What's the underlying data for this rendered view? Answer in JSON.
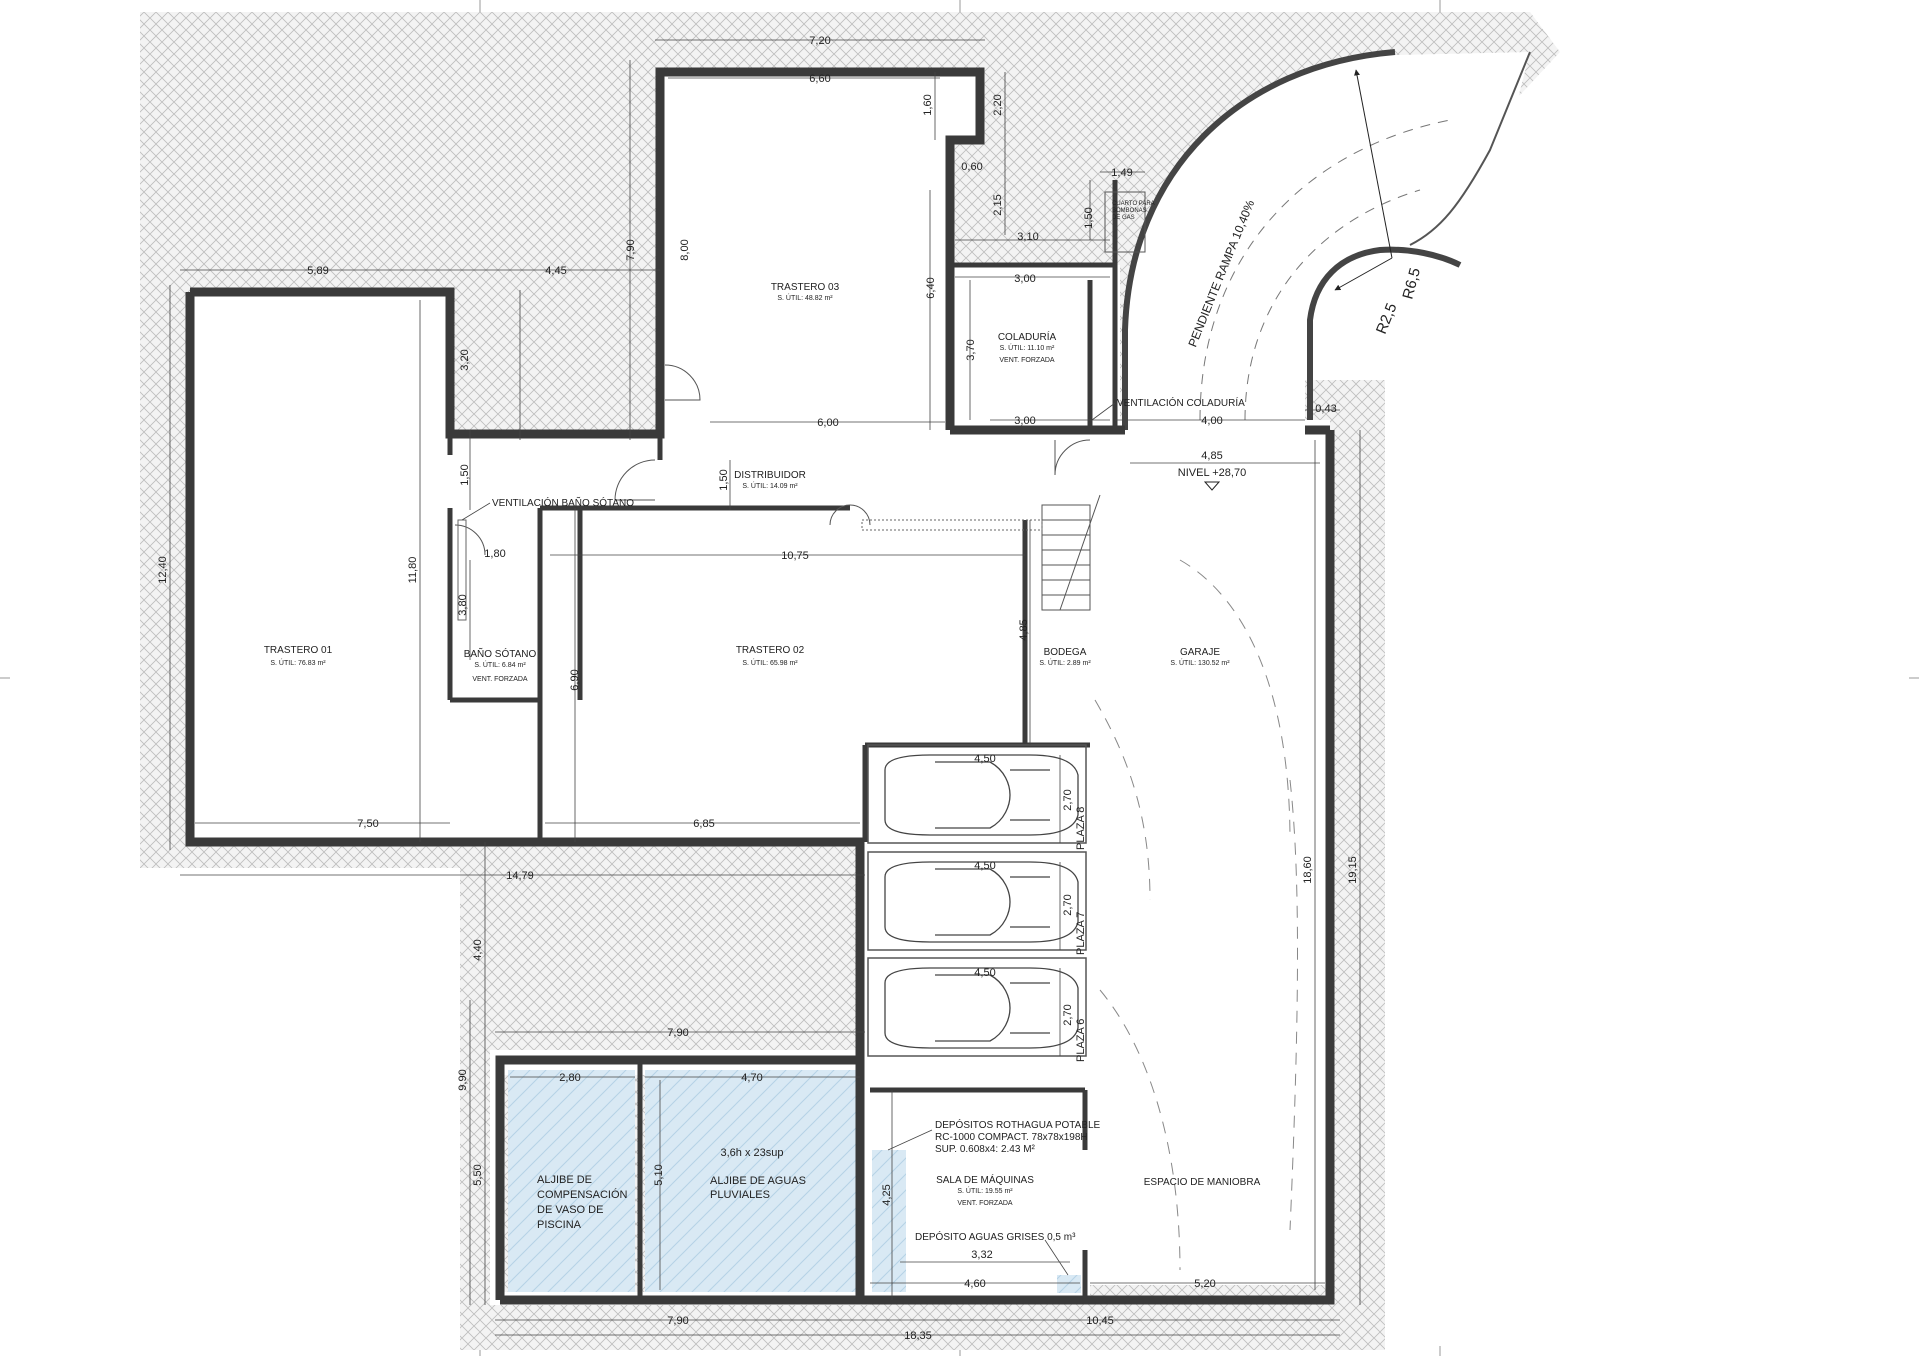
{
  "rooms": {
    "trastero01": {
      "name": "TRASTERO 01",
      "area": "S. ÚTIL:  76.83 m²"
    },
    "trastero02": {
      "name": "TRASTERO 02",
      "area": "S. ÚTIL:  65.98 m²"
    },
    "trastero03": {
      "name": "TRASTERO 03",
      "area": "S. ÚTIL:  48.82 m²"
    },
    "coladuria": {
      "name": "COLADURÍA",
      "area": "S. ÚTIL:  11.10 m²",
      "vent": "VENT. FORZADA"
    },
    "distribuidor": {
      "name": "DISTRIBUIDOR",
      "area": "S. ÚTIL:  14.09 m²"
    },
    "bano": {
      "name": "BAÑO SÓTANO",
      "area": "S. ÚTIL:  6.84 m²",
      "vent": "VENT. FORZADA"
    },
    "bodega": {
      "name": "BODEGA",
      "area": "S. ÚTIL:  2.89 m²"
    },
    "garaje": {
      "name": "GARAJE",
      "area": "S. ÚTIL:  130.52 m²"
    },
    "sala": {
      "name": "SALA DE MÁQUINAS",
      "area": "S. ÚTIL:  19.55 m²",
      "vent": "VENT. FORZADA"
    },
    "maniobra": {
      "name": "ESPACIO DE MANIOBRA"
    },
    "aljibe_comp": {
      "lines": [
        "ALJIBE DE",
        "COMPENSACIÓN",
        "DE VASO DE",
        "PISCINA"
      ]
    },
    "aljibe_pluv": {
      "note": "3,6h x 23sup",
      "lines": [
        "ALJIBE DE AGUAS",
        "PLUVIALES"
      ]
    }
  },
  "labels": {
    "nivel": "NIVEL +28,70",
    "pendiente": "PENDIENTE RAMPA 10,40%",
    "r65": "R6,5",
    "r25": "R2,5",
    "vent_bano": "VENTILACIÓN BAÑO SÓTANO",
    "vent_colad": "VENTILACIÓN COLADURÍA",
    "cuarto_gas": [
      "CUARTO PARA",
      "BOMBONAS",
      "DE GAS"
    ],
    "depositos": [
      "DEPÓSITOS ROTHAGUA POTABLE",
      "RC-1000 COMPACT. 78x78x198H",
      "SUP. 0.608x4: 2.43 M²"
    ],
    "dep_grises": "DEPÓSITO AGUAS GRISES 0,5 m³",
    "plaza8": "PLAZA 8",
    "plaza7": "PLAZA 7",
    "plaza6": "PLAZA 6"
  },
  "dims": {
    "d720": "7,20",
    "d660": "6,60",
    "d600": "6,00",
    "d589": "5,89",
    "d445": "4,45",
    "d149": "1,49",
    "d310": "3,10",
    "d300a": "3,00",
    "d300b": "3,00",
    "d400": "4,00",
    "d043": "0,43",
    "d485": "4,85",
    "d1075": "10,75",
    "d750": "7,50",
    "d685": "6,85",
    "d1479": "14,79",
    "d790a": "7,90",
    "d280": "2,80",
    "d470": "4,70",
    "d790b": "7,90",
    "d1835": "18,35",
    "d1045": "10,45",
    "d460": "4,60",
    "d520": "5,20",
    "d332": "3,32",
    "d450a": "4,50",
    "d450b": "4,50",
    "d450c": "4,50",
    "d180": "1,80",
    "v790": "7,90",
    "v800": "8,00",
    "v160": "1,60",
    "v220": "2,20",
    "v060": "0,60",
    "v215": "2,15",
    "v150a": "1,50",
    "v640": "6,40",
    "v370": "3,70",
    "v320": "3,20",
    "v150b": "1,50",
    "v150c": "1,50",
    "v1240": "12,40",
    "v1180": "11,80",
    "v380": "3,80",
    "v690": "6,90",
    "v485": "4,85",
    "v1860": "18,60",
    "v1915": "19,15",
    "v440": "4,40",
    "v990": "9,90",
    "v550": "5,50",
    "v510": "5,10",
    "v425": "4,25",
    "v270a": "2,70",
    "v270b": "2,70",
    "v270c": "2,70"
  }
}
